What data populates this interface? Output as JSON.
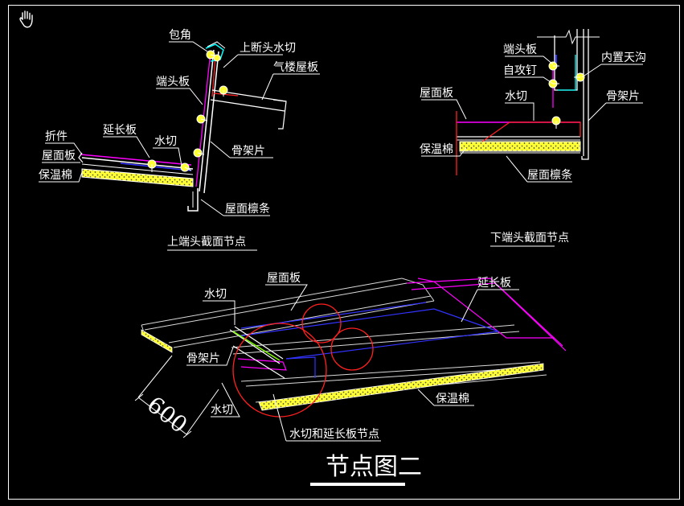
{
  "upper_detail": {
    "labels": {
      "corner": "包角",
      "upper_flashing": "上断头水切",
      "gable_roof_panel": "气楼屋板",
      "end_panel": "端头板",
      "fold_piece": "折件",
      "extension_panel": "延长板",
      "flashing": "水切",
      "skeleton": "骨架片",
      "roof_panel": "屋面板",
      "insulation": "保温棉",
      "purlin": "屋面檩条"
    },
    "caption": "上端头截面节点"
  },
  "lower_detail": {
    "labels": {
      "end_panel": "端头板",
      "screw": "自攻钉",
      "gutter": "内置天沟",
      "roof_panel": "屋面板",
      "flashing": "水切",
      "skeleton": "骨架片",
      "insulation": "保温棉",
      "purlin": "屋面檩条"
    },
    "caption": "下端头截面节点"
  },
  "iso_detail": {
    "labels": {
      "roof_panel": "屋面板",
      "extension_panel": "延长板",
      "flashing_top": "水切",
      "skeleton": "骨架片",
      "flashing_bottom": "水切",
      "insulation": "保温棉"
    },
    "dimension": "600",
    "caption": "水切和延长板节点"
  },
  "title": "节点图二",
  "colors": {
    "background": "#000000",
    "text": "#ffffff",
    "frame": "#ffffff",
    "panel": "#d9d9d9",
    "magenta": "#ff00ff",
    "blue": "#3333ff",
    "red": "#ff2020",
    "yellow": "#ffff33",
    "cyan": "#00ffff"
  },
  "icons": {
    "pan_cursor": "hand-icon"
  }
}
